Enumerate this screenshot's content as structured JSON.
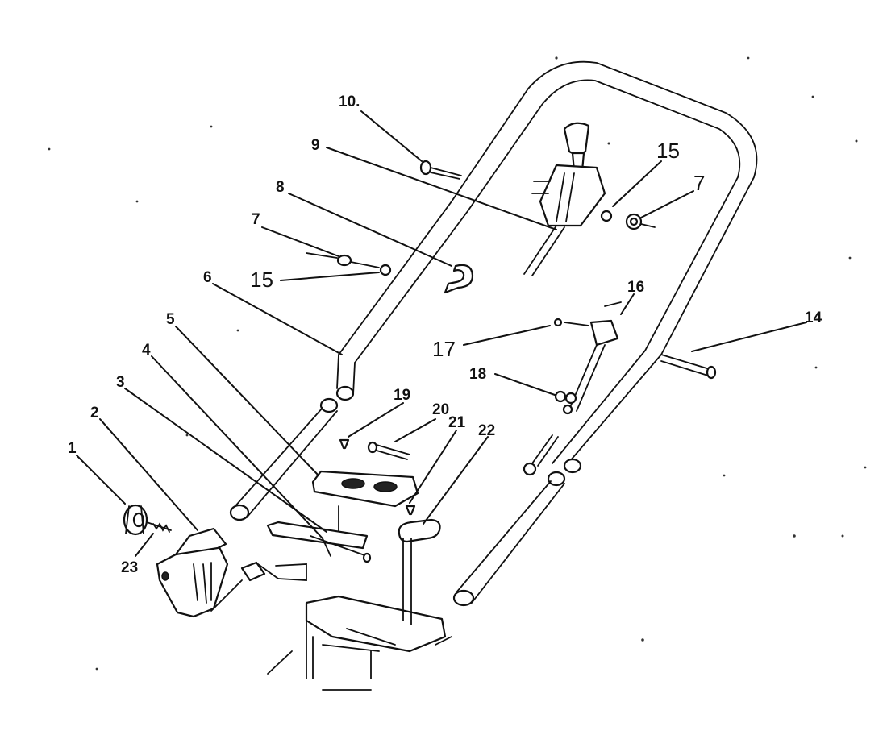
{
  "diagram": {
    "labels": {
      "p1": "1",
      "p2": "2",
      "p3": "3",
      "p4": "4",
      "p5": "5",
      "p6": "6",
      "p7a": "7",
      "p7b": "7",
      "p8": "8",
      "p9": "9",
      "p10": "10.",
      "p14": "14",
      "p15a": "15",
      "p15b": "15",
      "p16": "16",
      "p17": "17",
      "p18": "18",
      "p19": "19",
      "p20": "20",
      "p21": "21",
      "p22": "22",
      "p23": "23"
    }
  }
}
